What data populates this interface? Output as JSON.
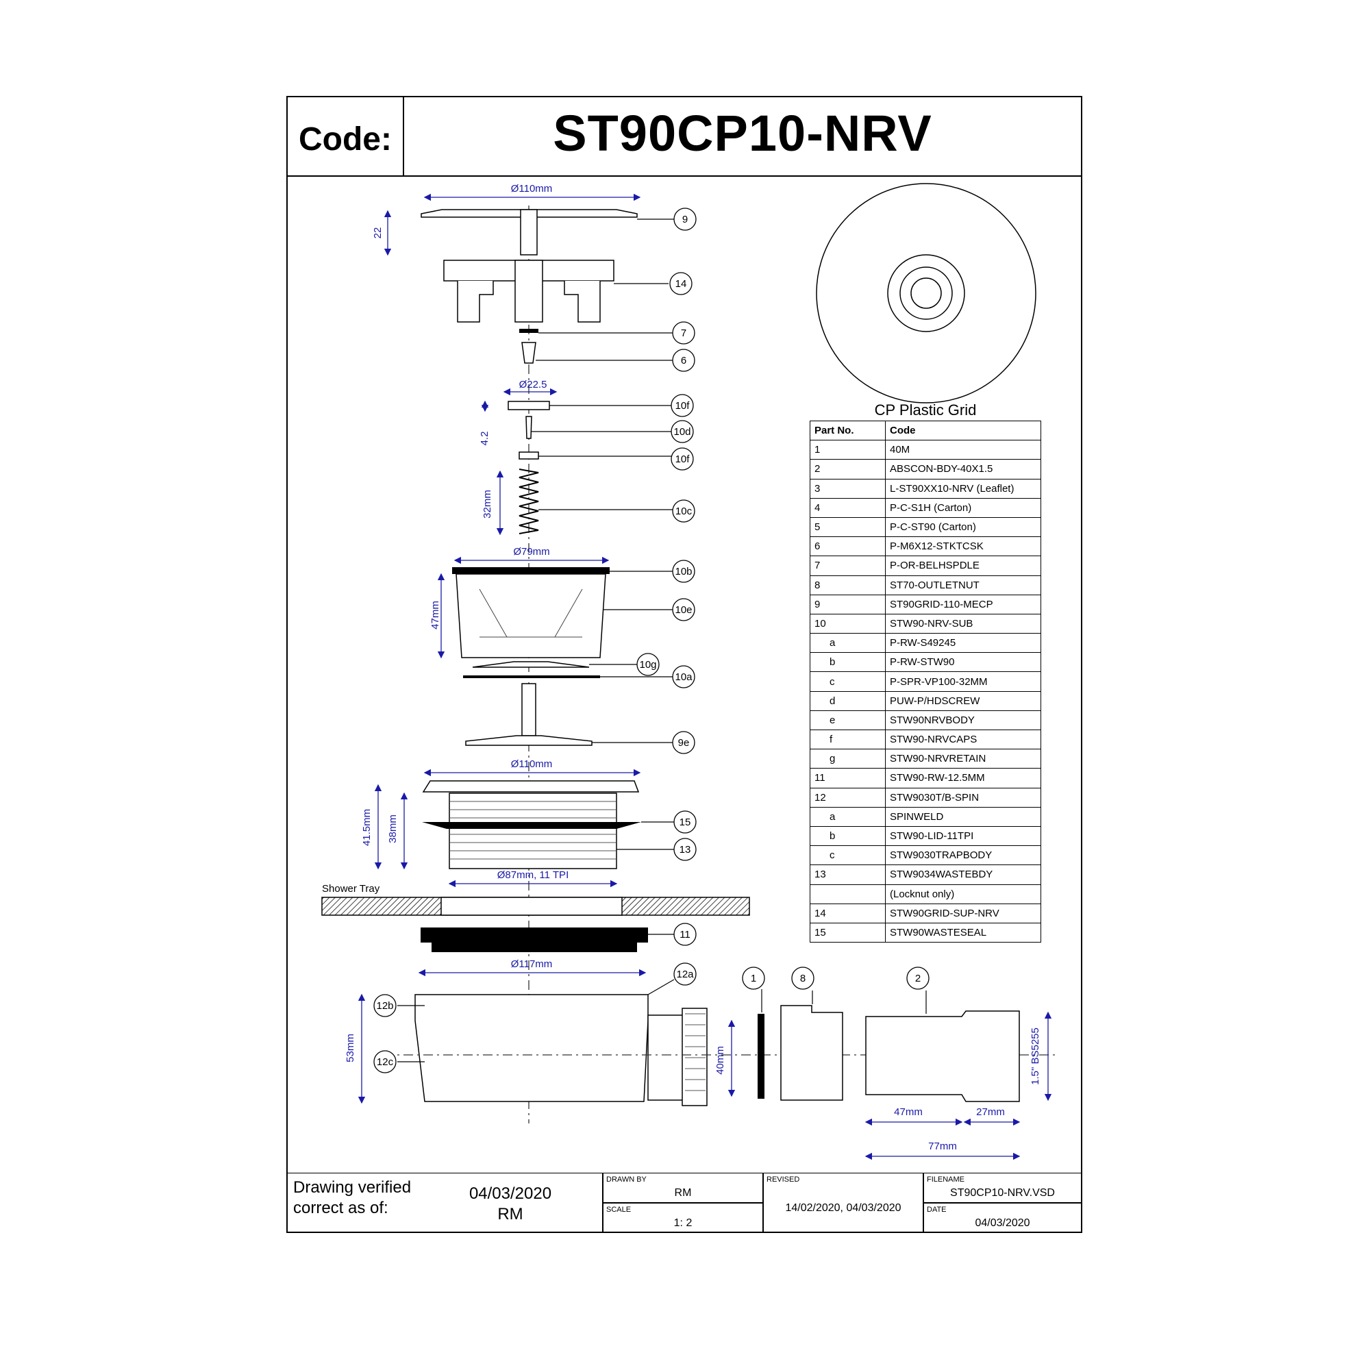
{
  "header": {
    "code_label": "Code:",
    "code_value": "ST90CP10-NRV"
  },
  "grid_caption": "CP Plastic Grid",
  "dimensions": {
    "grid_dia": "Ø110mm",
    "grid_h": "22",
    "cap_dia": "Ø22.5",
    "cap_h": "4.2",
    "spring_len": "32mm",
    "body_dia": "Ø79mm",
    "body_h": "47mm",
    "flange_dia": "Ø110mm",
    "h1": "41.5mm",
    "h2": "38mm",
    "thread": "Ø87mm, 11 TPI",
    "trap_dia": "Ø117mm",
    "trap_h": "53mm",
    "outlet": "40mm",
    "bs": "1.5\" BS5255",
    "d47": "47mm",
    "d27": "27mm",
    "d77": "77mm"
  },
  "labels": {
    "shower_tray": "Shower Tray"
  },
  "callouts": [
    "9",
    "14",
    "7",
    "6",
    "10f",
    "10d",
    "10f",
    "10c",
    "10b",
    "10e",
    "10g",
    "10a",
    "9e",
    "15",
    "13",
    "11",
    "12a",
    "12b",
    "12c",
    "1",
    "8",
    "2"
  ],
  "parts_table": {
    "headers": [
      "Part No.",
      "Code"
    ],
    "rows": [
      [
        "1",
        "40M"
      ],
      [
        "2",
        "ABSCON-BDY-40X1.5"
      ],
      [
        "3",
        "L-ST90XX10-NRV (Leaflet)"
      ],
      [
        "4",
        "P-C-S1H (Carton)"
      ],
      [
        "5",
        "P-C-ST90 (Carton)"
      ],
      [
        "6",
        "P-M6X12-STKTCSK"
      ],
      [
        "7",
        "P-OR-BELHSPDLE"
      ],
      [
        "8",
        "ST70-OUTLETNUT"
      ],
      [
        "9",
        "ST90GRID-110-MECP"
      ],
      [
        "10",
        "STW90-NRV-SUB"
      ],
      [
        "a",
        "P-RW-S49245"
      ],
      [
        "b",
        "P-RW-STW90"
      ],
      [
        "c",
        "P-SPR-VP100-32MM"
      ],
      [
        "d",
        "PUW-P/HDSCREW"
      ],
      [
        "e",
        "STW90NRVBODY"
      ],
      [
        "f",
        "STW90-NRVCAPS"
      ],
      [
        "g",
        "STW90-NRVRETAIN"
      ],
      [
        "11",
        "STW90-RW-12.5MM"
      ],
      [
        "12",
        "STW9030T/B-SPIN"
      ],
      [
        "a",
        "SPINWELD"
      ],
      [
        "b",
        "STW90-LID-11TPI"
      ],
      [
        "c",
        "STW9030TRAPBODY"
      ],
      [
        "13",
        "STW9034WASTEBDY"
      ],
      [
        "",
        "(Locknut only)"
      ],
      [
        "14",
        "STW90GRID-SUP-NRV"
      ],
      [
        "15",
        "STW90WASTESEAL"
      ]
    ]
  },
  "footer": {
    "verified_label": "Drawing verified correct as of:",
    "verified_date": "04/03/2020",
    "verified_by": "RM",
    "drawn_by_label": "DRAWN BY",
    "drawn_by": "RM",
    "scale_label": "SCALE",
    "scale": "1: 2",
    "revised_label": "REVISED",
    "revised": "14/02/2020, 04/03/2020",
    "filename_label": "FILENAME",
    "filename": "ST90CP10-NRV.VSD",
    "date_label": "DATE",
    "date": "04/03/2020"
  }
}
